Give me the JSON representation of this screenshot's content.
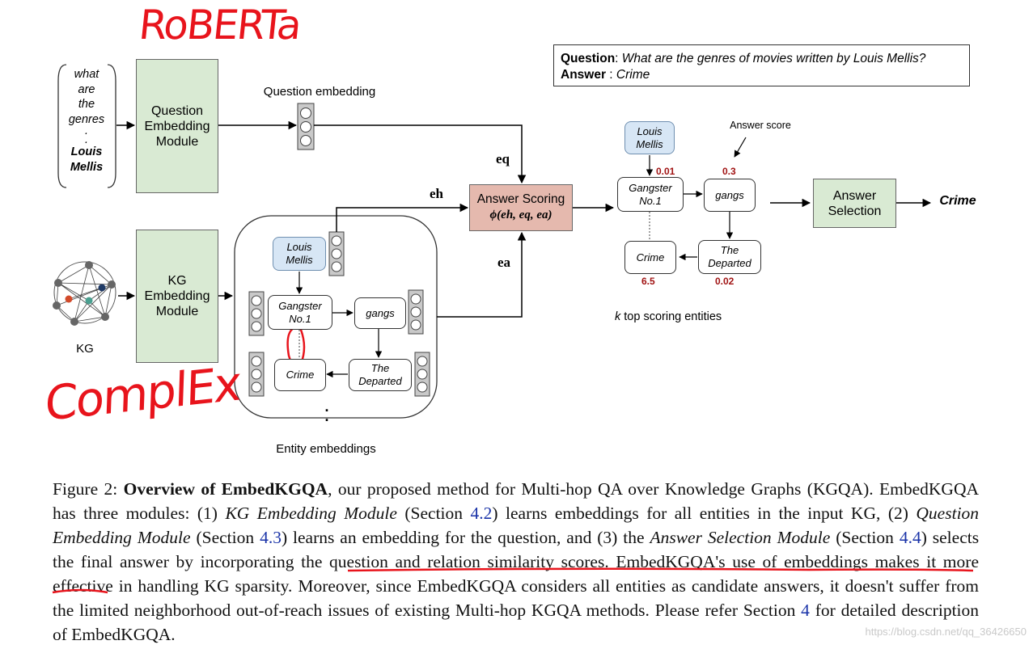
{
  "annotations": {
    "roberta": "RoBERTa",
    "complex": "ComplEx"
  },
  "question_tokens": [
    "what",
    "are",
    "the",
    "genres",
    ".",
    ".",
    "Louis",
    "Mellis"
  ],
  "modules": {
    "question": "Question Embedding Module",
    "kg": "KG Embedding Module",
    "answer_scoring": "Answer Scoring",
    "answer_scoring_formula": "ϕ(eh, eq, ea)",
    "answer_selection": "Answer Selection"
  },
  "labels": {
    "question_embedding": "Question embedding",
    "entity_embeddings": "Entity embeddings",
    "kg": "KG",
    "answer_score": "Answer score",
    "top_k": "top scoring entities",
    "top_k_var": "k",
    "eq": "eq",
    "eh": "eh",
    "ea": "ea",
    "output": "Crime",
    "dots": ". ."
  },
  "qa": {
    "q_label": "Question",
    "q_text": "What are the genres of movies written by Louis Mellis?",
    "a_label": "Answer",
    "a_text": "Crime"
  },
  "entity_graph": {
    "louis": "Louis Mellis",
    "gangster": "Gangster No.1",
    "gangs": "gangs",
    "departed": "The Departed",
    "crime": "Crime"
  },
  "scored_graph": {
    "louis": "Louis Mellis",
    "gangster": "Gangster No.1",
    "gangs": "gangs",
    "departed": "The Departed",
    "crime": "Crime",
    "scores": {
      "gangster": "0.01",
      "gangs": "0.3",
      "crime": "6.5",
      "departed": "0.02"
    }
  },
  "caption": {
    "fig": "Figure 2:",
    "title": "Overview of EmbedKGQA",
    "p1": ", our proposed method for Multi-hop QA over Knowledge Graphs (KGQA). EmbedKGQA has three modules: (1)",
    "m1": "KG Embedding Module",
    "s1a": "(Section",
    "r1": "4.2",
    "s1b": ") learns embeddings for all entities in the input KG, (2)",
    "m2": "Question Embedding Module",
    "s2a": "(Section",
    "r2": "4.3",
    "s2b": ") learns an embedding for the question, and (3) the",
    "m3": "Answer Selection Module",
    "s3a": "(Section",
    "r3": "4.4",
    "s3b": ") selects the final answer by incorporating the question and relation similarity scores. EmbedKGQA's use of embeddings makes it more effective in handling KG sparsity. Moreover, since EmbedKGQA considers all entities as candidate answers, it doesn't suffer from the limited neighborhood out-of-reach issues of existing Multi-hop KGQA methods. Please refer Section",
    "r4": "4",
    "s4": "for detailed description of EmbedKGQA."
  },
  "watermark": "https://blog.csdn.net/qq_36426650"
}
